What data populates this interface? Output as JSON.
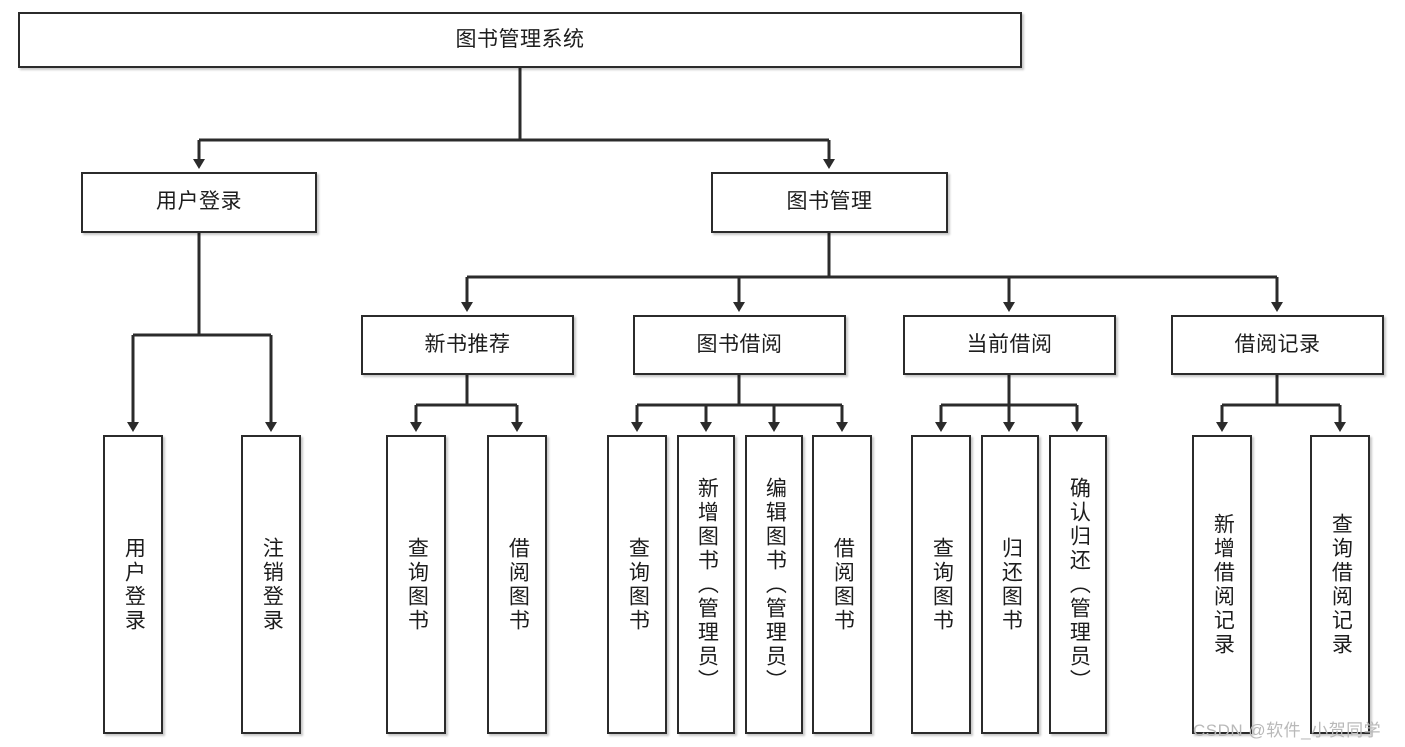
{
  "diagram": {
    "title": "图书管理系统",
    "type": "hierarchy-tree",
    "orientation": "top-down",
    "colors": {
      "node_border": "#2b2b2b",
      "node_fill": "#ffffff",
      "edge": "#2b2b2b",
      "text": "#1d1d1d",
      "watermark": "#b9b9b9",
      "background": "#ffffff"
    },
    "root": {
      "label": "图书管理系统"
    },
    "level2": [
      {
        "label": "用户登录"
      },
      {
        "label": "图书管理"
      }
    ],
    "level3": [
      {
        "label": "新书推荐"
      },
      {
        "label": "图书借阅"
      },
      {
        "label": "当前借阅"
      },
      {
        "label": "借阅记录"
      }
    ],
    "leaves": {
      "user_login": [
        {
          "label": "用户登录"
        },
        {
          "label": "注销登录"
        }
      ],
      "new_book": [
        {
          "label": "查询图书"
        },
        {
          "label": "借阅图书"
        }
      ],
      "book_borrow": [
        {
          "label": "查询图书"
        },
        {
          "label": "新增图书（管理员）"
        },
        {
          "label": "编辑图书（管理员）"
        },
        {
          "label": "借阅图书"
        }
      ],
      "current_borrow": [
        {
          "label": "查询图书"
        },
        {
          "label": "归还图书"
        },
        {
          "label": "确认归还（管理员）"
        }
      ],
      "borrow_record": [
        {
          "label": "新增借阅记录"
        },
        {
          "label": "查询借阅记录"
        }
      ]
    }
  },
  "watermark": {
    "text": "CSDN @软件_小贺同学"
  }
}
